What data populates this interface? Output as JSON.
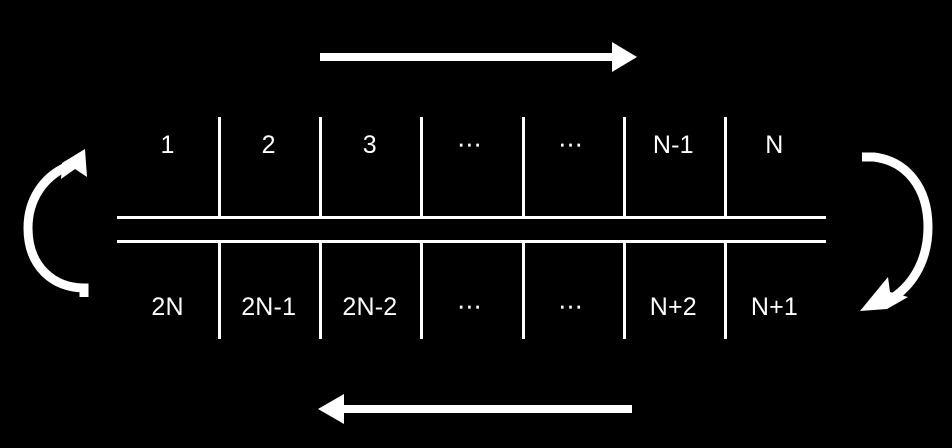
{
  "diagram": {
    "title": "Cyclic two-row ring buffer of 2N cells",
    "background_color": "#000000",
    "foreground_color": "#ffffff",
    "top_row": {
      "name": "forward-sequence-row",
      "cells": [
        "1",
        "2",
        "3",
        "⋯",
        "⋯",
        "N-1",
        "N"
      ]
    },
    "bottom_row": {
      "name": "reverse-sequence-row",
      "cells": [
        "2N",
        "2N-1",
        "2N-2",
        "⋯",
        "⋯",
        "N+2",
        "N+1"
      ]
    },
    "arrows": {
      "top": {
        "name": "top-direction-arrow",
        "direction": "right",
        "label": ""
      },
      "bottom": {
        "name": "bottom-direction-arrow",
        "direction": "left",
        "label": ""
      },
      "left": {
        "name": "left-wrap-arrow",
        "direction": "counter-clockwise-up",
        "label": ""
      },
      "right": {
        "name": "right-wrap-arrow",
        "direction": "clockwise-down",
        "label": ""
      }
    }
  }
}
